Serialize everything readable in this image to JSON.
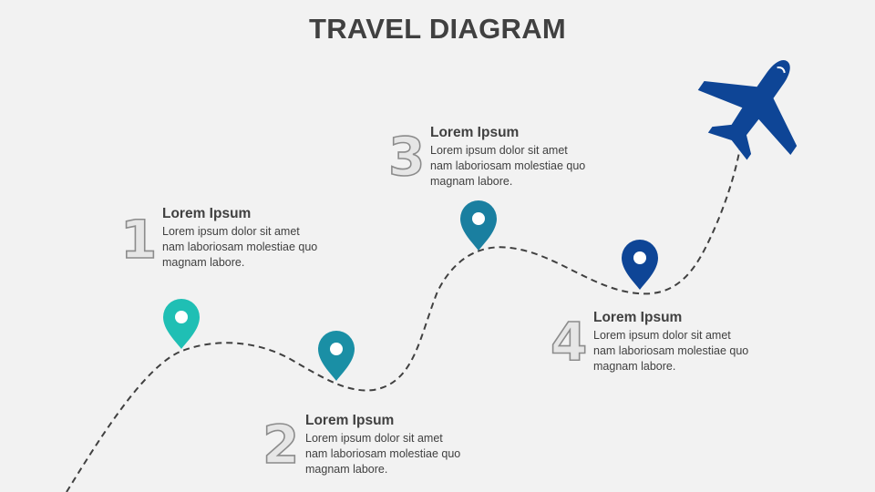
{
  "title": "TRAVEL DIAGRAM",
  "colors": {
    "pin_1": "#1fbfb4",
    "pin_2": "#1a8fa5",
    "pin_3": "#1a7fa0",
    "pin_4": "#0e4596",
    "plane": "#0e4596",
    "path": "#404040"
  },
  "steps": [
    {
      "number": "1",
      "heading": "Lorem Ipsum",
      "body": "Lorem ipsum dolor sit amet nam laboriosam molestiae quo magnam labore."
    },
    {
      "number": "2",
      "heading": "Lorem Ipsum",
      "body": "Lorem ipsum dolor sit amet nam laboriosam molestiae quo magnam labore."
    },
    {
      "number": "3",
      "heading": "Lorem Ipsum",
      "body": "Lorem ipsum dolor sit amet nam laboriosam molestiae quo magnam labore."
    },
    {
      "number": "4",
      "heading": "Lorem Ipsum",
      "body": "Lorem ipsum dolor sit amet nam laboriosam molestiae quo magnam labore."
    }
  ],
  "icons": {
    "pin": "map-pin-icon",
    "plane": "airplane-icon"
  }
}
